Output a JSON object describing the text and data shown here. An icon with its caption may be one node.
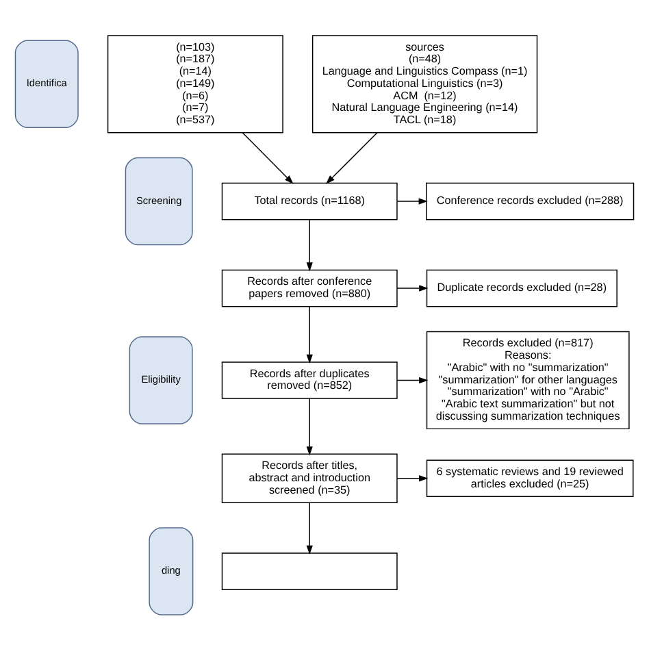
{
  "diagram": {
    "nodes": [
      {
        "text": [
          "Identifica"
        ]
      },
      {
        "text": [
          "(n=103)",
          "(n=187)",
          "(n=14)",
          "(n=149)",
          "(n=6)",
          "(n=7)",
          "(n=537)"
        ]
      },
      {
        "text": [
          "sources",
          "(n=48)",
          "Language and Linguistics Compass (n=1)",
          "Computational Linguistics (n=3)",
          "ACM  (n=12)",
          "Natural Language Engineering (n=14)",
          "TACL (n=18)"
        ]
      },
      {
        "text": [
          "Screening"
        ]
      },
      {
        "text": [
          "Total records (n=1168)"
        ]
      },
      {
        "text": [
          "Conference records excluded (n=288)"
        ]
      },
      {
        "text": [
          "Records after conference papers removed (n=880)"
        ]
      },
      {
        "text": [
          "Duplicate records excluded (n=28)"
        ]
      },
      {
        "text": [
          "Eligibility"
        ]
      },
      {
        "text": [
          "Records after duplicates removed (n=852)"
        ]
      },
      {
        "text": [
          "Records excluded (n=817)",
          "Reasons:",
          "\"Arabic\" with no \"summarization\"",
          "\"summarization\" for other languages",
          "\"summarization\" with no \"Arabic\"",
          "\"Arabic text summarization\" but not discussing summarization techniques"
        ]
      },
      {
        "text": [
          "Records after titles, abstract and introduction screened (n=35)"
        ]
      },
      {
        "text": [
          "6 systematic reviews and 19 reviewed articles excluded (n=25)"
        ]
      },
      {
        "text": [
          "ding"
        ]
      },
      {
        "text": [],
        "shape": "box"
      }
    ],
    "edges": [
      {
        "from": 1,
        "to": 4,
        "arrow": "to"
      },
      {
        "from": 2,
        "to": 4,
        "arrow": "to"
      },
      {
        "from": 4,
        "to": 5,
        "arrow": "to"
      },
      {
        "from": 4,
        "to": 6,
        "arrow": "to"
      },
      {
        "from": 6,
        "to": 7,
        "arrow": "to"
      },
      {
        "from": 6,
        "to": 9,
        "arrow": "to"
      },
      {
        "from": 9,
        "to": 10,
        "arrow": "to"
      },
      {
        "from": 9,
        "to": 11,
        "arrow": "to"
      },
      {
        "from": 11,
        "to": 12,
        "arrow": "to"
      },
      {
        "from": 11,
        "to": 14,
        "arrow": "to"
      }
    ]
  }
}
